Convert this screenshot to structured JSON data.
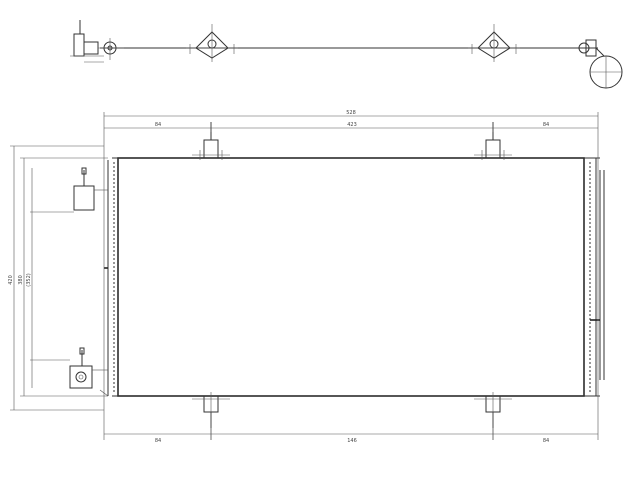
{
  "dimensions": {
    "top_overall": "528",
    "top_left": "84",
    "top_mid": "423",
    "top_right": "84",
    "bottom_left": "84",
    "bottom_mid": "146",
    "bottom_right": "84",
    "left_outer": "420",
    "left_mid": "380",
    "left_inner": "(352)"
  },
  "colors": {
    "line": "#333333",
    "background": "#ffffff"
  }
}
